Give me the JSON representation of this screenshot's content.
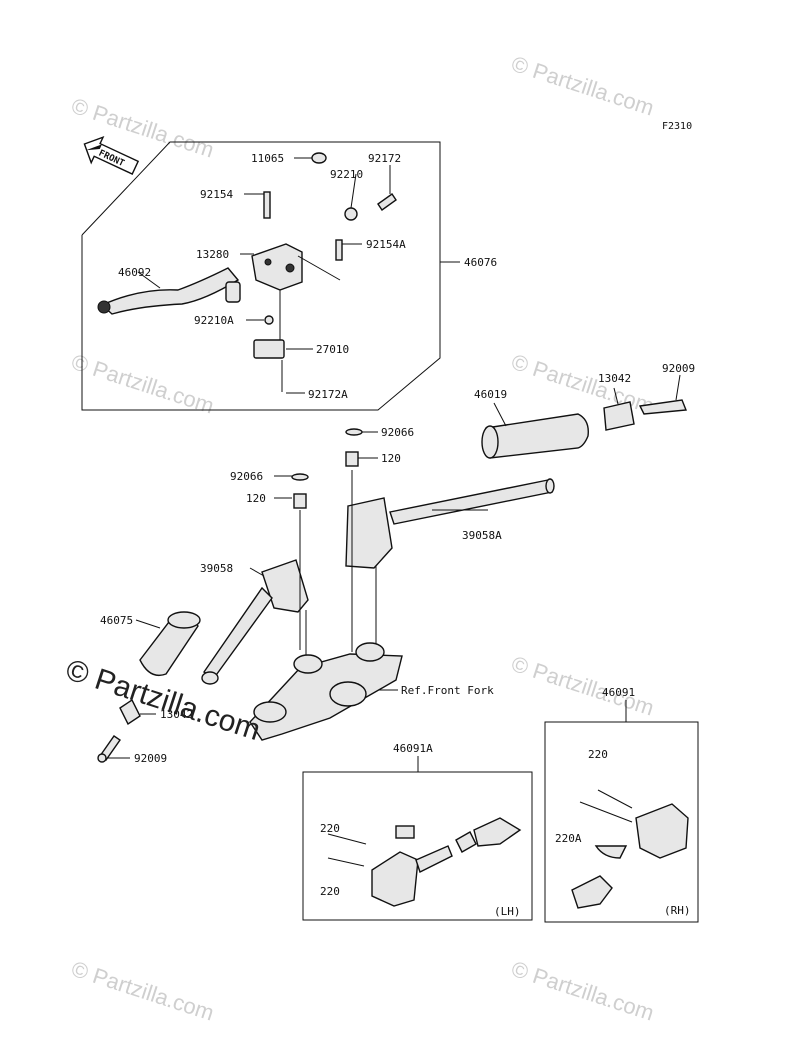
{
  "figure_code": "F2310",
  "front_label": "FRONT",
  "watermark": "© Partzilla.com",
  "copyright": "© Partzilla.com",
  "parts": {
    "p11065": "11065",
    "p92172": "92172",
    "p92210": "92210",
    "p92154": "92154",
    "p13280": "13280",
    "p92154A": "92154A",
    "p46076": "46076",
    "p46092": "46092",
    "p92210A": "92210A",
    "p27010": "27010",
    "p92172A": "92172A",
    "p46019": "46019",
    "p13042_r": "13042",
    "p92009_r": "92009",
    "p92066_a": "92066",
    "p120_a": "120",
    "p92066_b": "92066",
    "p120_b": "120",
    "p39058A": "39058A",
    "p39058": "39058",
    "p46075": "46075",
    "p13042_l": "13042",
    "p92009_l": "92009",
    "ref_front_fork": "Ref.Front Fork",
    "p46091": "46091",
    "p46091A": "46091A",
    "p220_lh_a": "220",
    "p220_lh_b": "220",
    "p220_rh": "220",
    "p220A": "220A",
    "lh": "(LH)",
    "rh": "(RH)"
  }
}
